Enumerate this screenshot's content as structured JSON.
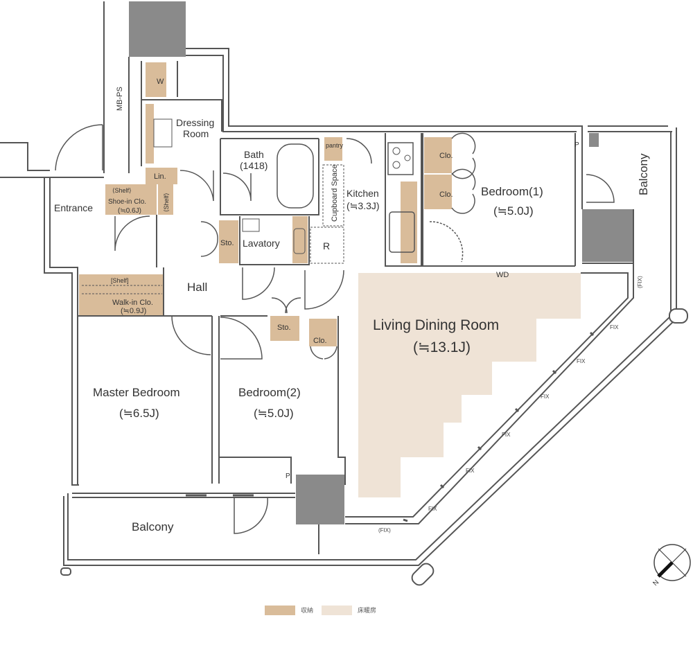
{
  "rooms": {
    "mbps": "MB-PS",
    "w": "W",
    "dressing_line1": "Dressing",
    "dressing_line2": "Room",
    "bath": "Bath",
    "bath_size": "(1418)",
    "pantry": "pantry",
    "cupboard": "Cupboard Space",
    "kitchen": "Kitchen",
    "kitchen_size": "(≒3.3J)",
    "r": "R",
    "clo1": "Clo.",
    "clo2": "Clo.",
    "bedroom1": "Bedroom(1)",
    "bedroom1_size": "(≒5.0J)",
    "p_top": "P",
    "balcony_right": "Balcony",
    "entrance": "Entrance",
    "lin": "Lin.",
    "shelf_shoe": "⟨Shelf⟩",
    "shoe_clo": "Shoe-in Clo.",
    "shoe_size": "(≒0.6J)",
    "shelf_side": "⟨Shelf⟩",
    "sto1": "Sto.",
    "lavatory": "Lavatory",
    "hall": "Hall",
    "shelf_walkin": "[Shelf]",
    "walkin": "Walk-in Clo.",
    "walkin_size": "(≒0.9J)",
    "sto2": "Sto.",
    "clo3": "Clo.",
    "wd": "WD",
    "ldr": "Living Dining Room",
    "ldr_size": "(≒13.1J)",
    "master": "Master Bedroom",
    "master_size": "(≒6.5J)",
    "bedroom2": "Bedroom(2)",
    "bedroom2_size": "(≒5.0J)",
    "p_bottom": "P",
    "balcony_bottom": "Balcony",
    "fix_paren_right": "(FIX)",
    "fix_paren_bottom": "(FIX)",
    "fix": [
      "FIX",
      "FIX",
      "FIX",
      "FIX",
      "FIX",
      "FIX"
    ]
  },
  "legend": {
    "storage": "収納",
    "floor_heating": "床暖房"
  },
  "colors": {
    "storage": "#d9bc9a",
    "floor_heating": "#efe3d6",
    "wall": "#555555",
    "shaft": "#8a8a8a"
  },
  "compass": {
    "label": "N"
  }
}
